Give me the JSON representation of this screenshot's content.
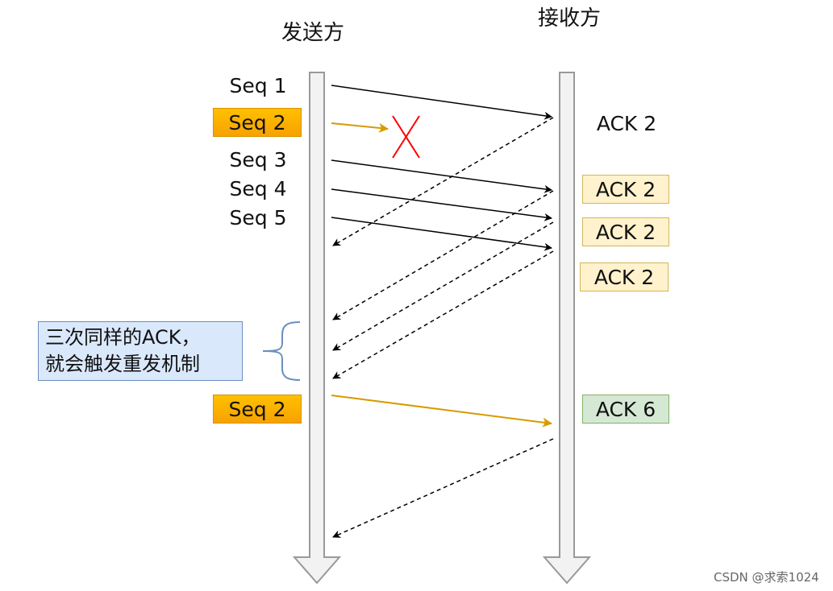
{
  "diagram": {
    "sender_title": "发送方",
    "receiver_title": "接收方",
    "sender_labels": [
      {
        "text": "Seq 1",
        "style": "plain"
      },
      {
        "text": "Seq 2",
        "style": "orange"
      },
      {
        "text": "Seq 3",
        "style": "plain"
      },
      {
        "text": "Seq 4",
        "style": "plain"
      },
      {
        "text": "Seq 5",
        "style": "plain"
      },
      {
        "text": "Seq 2",
        "style": "orange"
      }
    ],
    "receiver_labels": [
      {
        "text": "ACK 2",
        "style": "plain"
      },
      {
        "text": "ACK 2",
        "style": "pale"
      },
      {
        "text": "ACK 2",
        "style": "pale"
      },
      {
        "text": "ACK 2",
        "style": "pale"
      },
      {
        "text": "ACK 6",
        "style": "green"
      }
    ],
    "note_lines": [
      "三次同样的ACK，",
      "就会触发重发机制"
    ],
    "colors": {
      "timeline_fill": "#f2f2f2",
      "timeline_stroke": "#999999",
      "packet_arrow": "#000000",
      "highlight_arrow": "#d79b00",
      "lost_mark": "#ff0000",
      "ack_arrow": "#000000",
      "brace": "#6c8ebf"
    }
  },
  "watermark": "CSDN @求索1024"
}
